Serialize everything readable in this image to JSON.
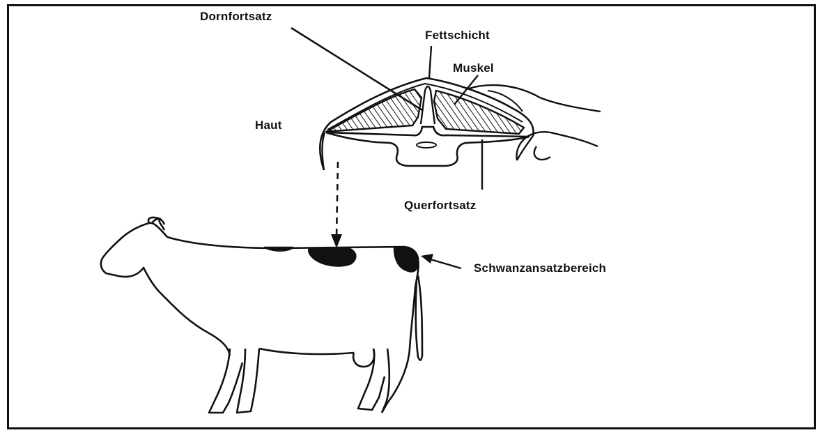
{
  "labels": {
    "spinous_process": "Dornfortsatz",
    "fat_layer": "Fettschicht",
    "muscle": "Muskel",
    "skin": "Haut",
    "transverse_process": "Querfortsatz",
    "tailhead_area": "Schwanzansatzbereich"
  }
}
